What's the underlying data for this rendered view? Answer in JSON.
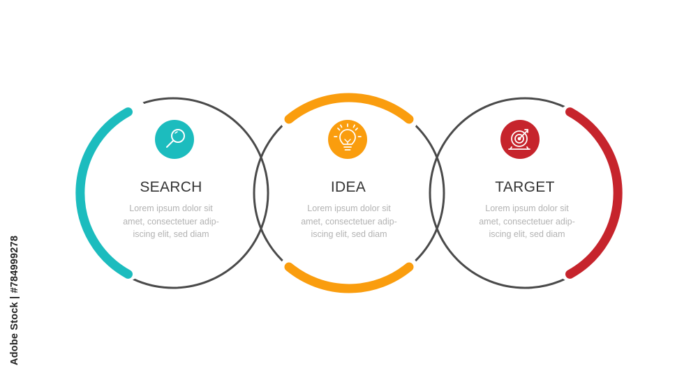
{
  "steps": [
    {
      "title": "SEARCH",
      "icon": "magnifier-icon",
      "color": "#1cbcbe",
      "body_lines": [
        "Lorem ipsum dolor sit",
        "amet, consectetuer adip-",
        "iscing elit, sed diam"
      ]
    },
    {
      "title": "IDEA",
      "icon": "lightbulb-icon",
      "color": "#fa9d0e",
      "body_lines": [
        "Lorem ipsum dolor sit",
        "amet, consectetuer adip-",
        "iscing elit, sed diam"
      ]
    },
    {
      "title": "TARGET",
      "icon": "target-icon",
      "color": "#c6242c",
      "body_lines": [
        "Lorem ipsum dolor sit",
        "amet, consectetuer adip-",
        "iscing elit, sed diam"
      ]
    }
  ],
  "ring_color": "#4a4a4a",
  "watermark": "Adobe Stock | #784999278"
}
